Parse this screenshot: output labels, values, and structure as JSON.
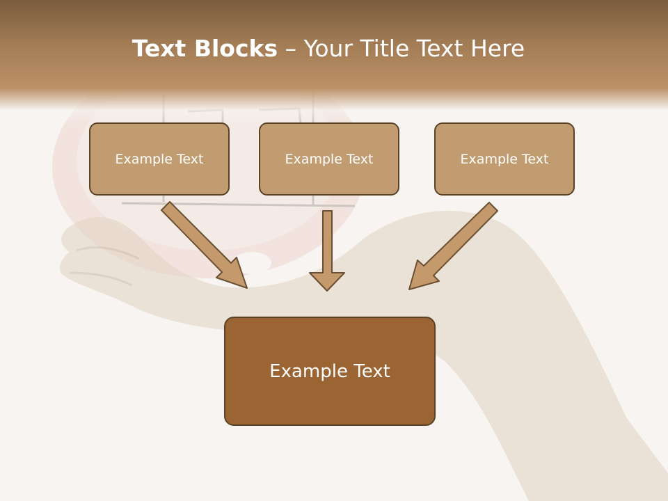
{
  "slide": {
    "title_bold": "Text Blocks",
    "title_rest": " – Your Title Text Here"
  },
  "blocks": {
    "top": [
      {
        "label": "Example Text"
      },
      {
        "label": "Example Text"
      },
      {
        "label": "Example Text"
      }
    ],
    "main": {
      "label": "Example Text"
    }
  },
  "colors": {
    "header": "#a27c55",
    "box_fill": "#c29c71",
    "main_fill": "#9b6533",
    "border": "#5a4226",
    "arrow_fill": "#c49a6c"
  }
}
